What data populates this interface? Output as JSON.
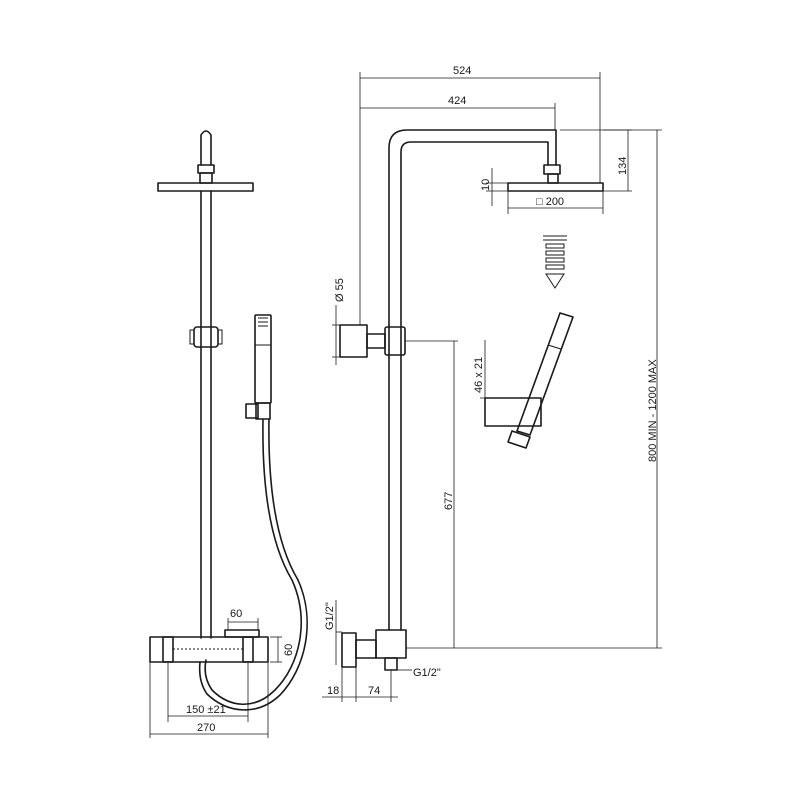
{
  "drawing": {
    "front_view": {
      "dim_width_total": "270",
      "dim_inlet_spacing": "150 ±21",
      "dim_mixer_width": "60",
      "dim_mixer_height": "60"
    },
    "side_view": {
      "dim_overall_projection": "524",
      "dim_arm_projection": "424",
      "dim_head_drop": "134",
      "dim_head_thickness": "10",
      "dim_head_size": "□ 200",
      "dim_bracket_diameter": "Ø 55",
      "dim_height_range": "800 MIN - 1200 MAX",
      "dim_bracket_height": "677",
      "dim_inlet_left": "G1/2\"",
      "dim_inlet_bottom": "G1/2\"",
      "dim_wall_offset": "18",
      "dim_inlet_offset": "74",
      "dim_hand_holder": "46 x 21"
    }
  }
}
